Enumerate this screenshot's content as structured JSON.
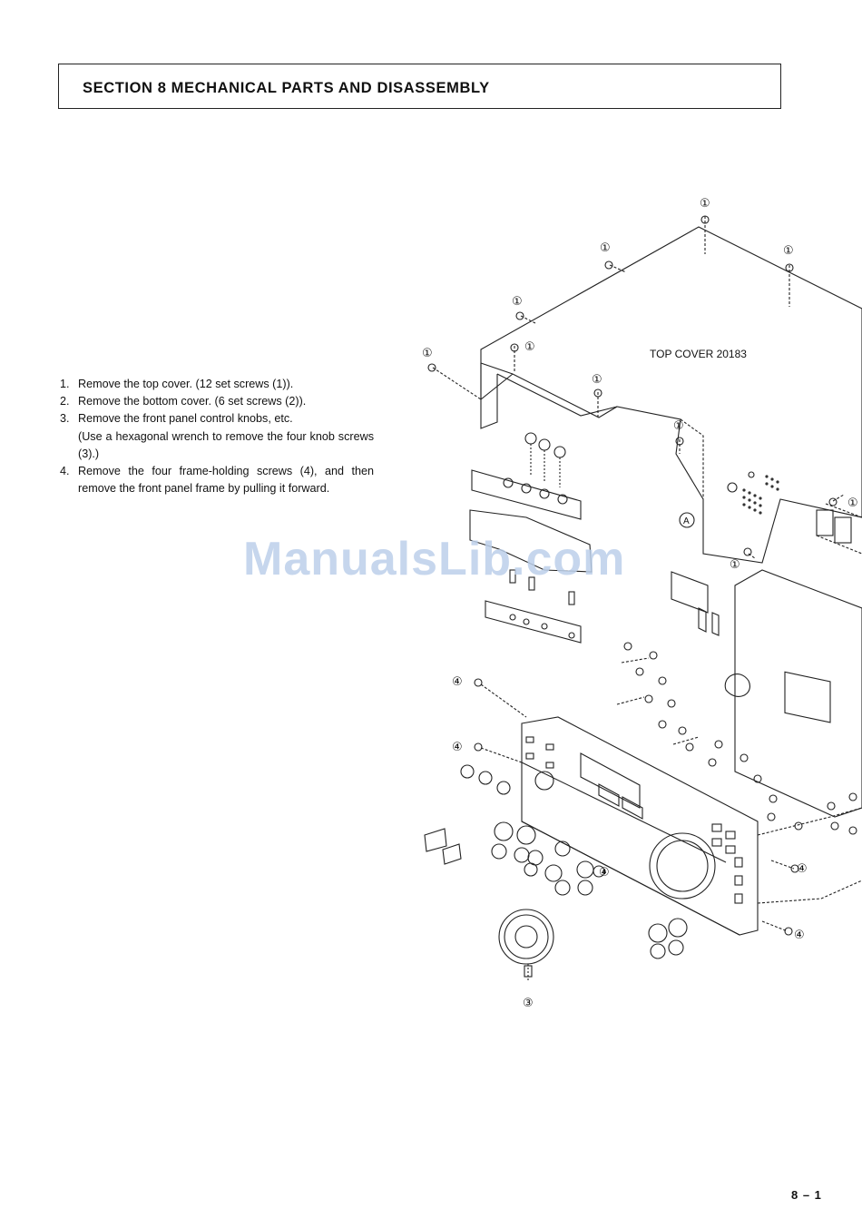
{
  "section": {
    "title": "SECTION 8   MECHANICAL PARTS AND DISASSEMBLY"
  },
  "steps": [
    {
      "num": "1.",
      "text": "Remove the top cover. (12 set screws (1))."
    },
    {
      "num": "2.",
      "text": "Remove the bottom cover. (6 set screws (2))."
    },
    {
      "num": "3.",
      "text": "Remove the front panel control knobs, etc.",
      "note": "(Use a hexagonal wrench to remove the four knob screws (3).)"
    },
    {
      "num": "4.",
      "text": "Remove the four frame-holding screws (4), and then remove the front panel frame by pulling it forward."
    }
  ],
  "diagram": {
    "top_cover_label": "TOP COVER 20183",
    "callouts": {
      "screw_1": "①",
      "screw_3": "③",
      "screw_4": "④",
      "ref_a": "A"
    }
  },
  "watermark": "ManualsLib.com",
  "page_number": "8 – 1"
}
